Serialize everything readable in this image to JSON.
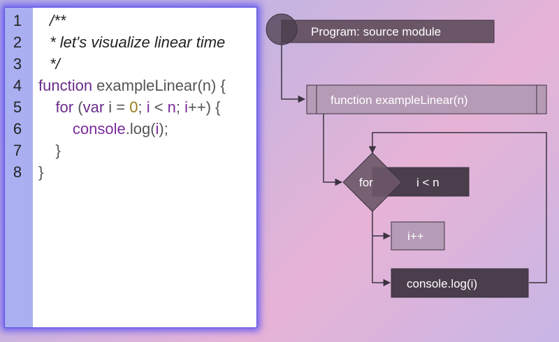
{
  "code": {
    "lines": [
      {
        "num": "1",
        "segments": [
          {
            "text": "/**",
            "cls": "cm",
            "indent": 16
          }
        ]
      },
      {
        "num": "2",
        "segments": [
          {
            "text": " * let's visualize linear time",
            "cls": "cm",
            "indent": 10
          }
        ]
      },
      {
        "num": "3",
        "segments": [
          {
            "text": " */",
            "cls": "cm",
            "indent": 10
          }
        ]
      },
      {
        "num": "4",
        "segments": [
          {
            "text": "function",
            "cls": "kw"
          },
          {
            "text": " exampleLinear(n) {",
            "cls": ""
          }
        ]
      },
      {
        "num": "5",
        "segments": [
          {
            "text": "    for",
            "cls": "kw"
          },
          {
            "text": " (",
            "cls": ""
          },
          {
            "text": "var",
            "cls": "kw"
          },
          {
            "text": " i = ",
            "cls": ""
          },
          {
            "text": "0",
            "cls": "num"
          },
          {
            "text": "; ",
            "cls": ""
          },
          {
            "text": "i",
            "cls": "var"
          },
          {
            "text": " < ",
            "cls": ""
          },
          {
            "text": "n",
            "cls": "var"
          },
          {
            "text": "; ",
            "cls": ""
          },
          {
            "text": "i",
            "cls": "var"
          },
          {
            "text": "++) {",
            "cls": ""
          }
        ]
      },
      {
        "num": "6",
        "segments": [
          {
            "text": "        console",
            "cls": "var"
          },
          {
            "text": ".log(",
            "cls": ""
          },
          {
            "text": "i",
            "cls": "var"
          },
          {
            "text": ");",
            "cls": ""
          }
        ]
      },
      {
        "num": "7",
        "segments": [
          {
            "text": "    }",
            "cls": ""
          }
        ]
      },
      {
        "num": "8",
        "segments": [
          {
            "text": "}",
            "cls": ""
          }
        ]
      }
    ]
  },
  "flow": {
    "program": "Program: source module",
    "function": "function exampleLinear(n)",
    "for_label": "for",
    "condition": "i < n",
    "increment": "i++",
    "body": "console.log(i)"
  }
}
